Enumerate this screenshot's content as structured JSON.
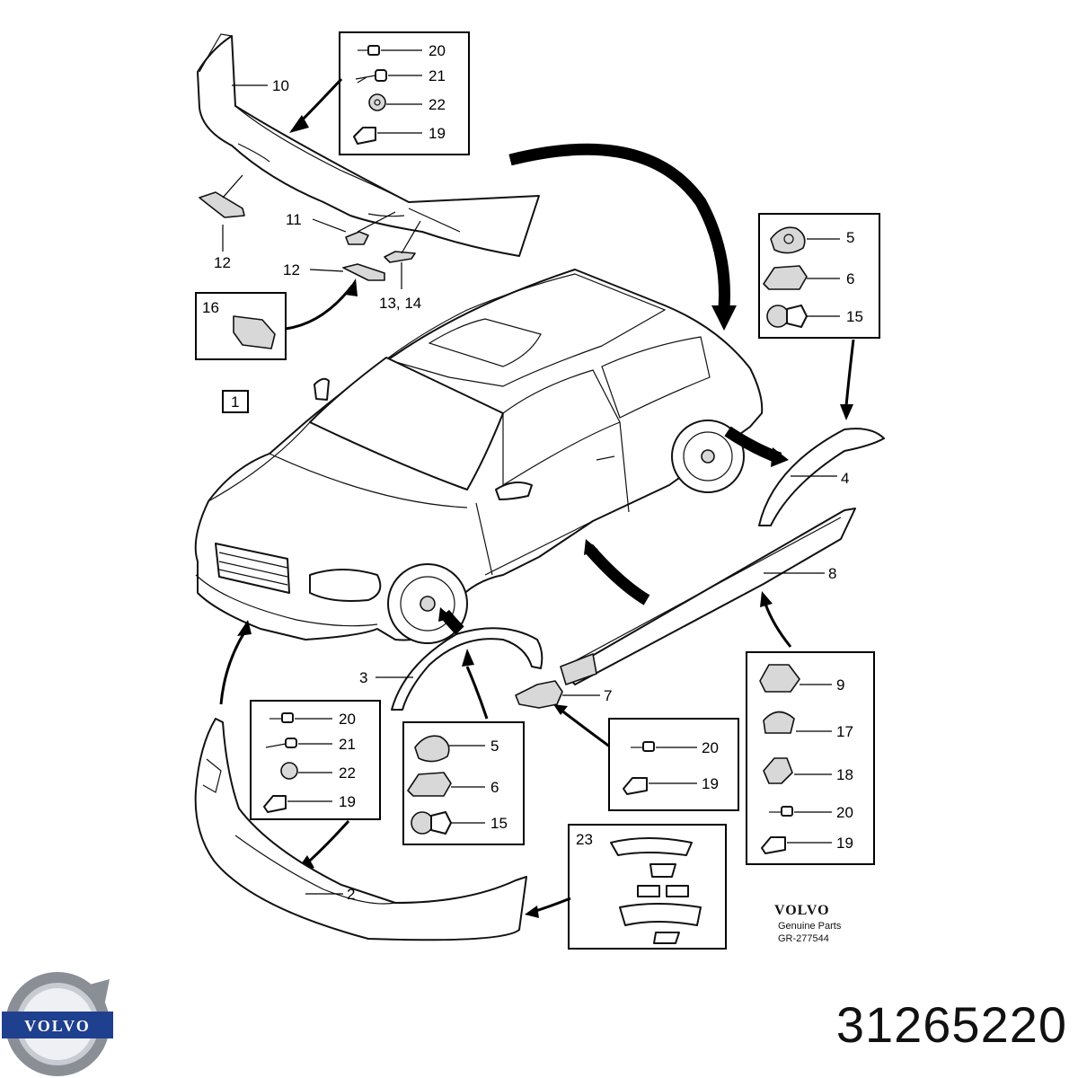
{
  "main_label": "1",
  "callouts": [
    {
      "id": "c10",
      "text": "10"
    },
    {
      "id": "c12a",
      "text": "12"
    },
    {
      "id": "c11",
      "text": "11"
    },
    {
      "id": "c12b",
      "text": "12"
    },
    {
      "id": "c1314",
      "text": "13, 14"
    },
    {
      "id": "c4",
      "text": "4"
    },
    {
      "id": "c8",
      "text": "8"
    },
    {
      "id": "c3",
      "text": "3"
    },
    {
      "id": "c7",
      "text": "7"
    },
    {
      "id": "c2",
      "text": "2"
    }
  ],
  "boxes": {
    "top_fasteners": [
      "20",
      "21",
      "22",
      "19"
    ],
    "box16": "16",
    "right_clips_top": [
      "5",
      "6",
      "15"
    ],
    "left_fasteners_bottom": [
      "20",
      "21",
      "22",
      "19"
    ],
    "mid_clips_bottom": [
      "5",
      "6",
      "15"
    ],
    "sill_fasteners": [
      "20",
      "19"
    ],
    "right_clips_bottom": [
      "9",
      "17",
      "18",
      "20",
      "19"
    ],
    "box23": "23"
  },
  "brand": {
    "wordmark": "VOLVO",
    "line1": "Genuine Parts",
    "ref": "GR-277544",
    "logo_text": "VOLVO"
  },
  "part_number": "31265220",
  "colors": {
    "ink": "#000000",
    "logo_silver": "#8a8f96",
    "logo_blue": "#1f3f8f"
  }
}
